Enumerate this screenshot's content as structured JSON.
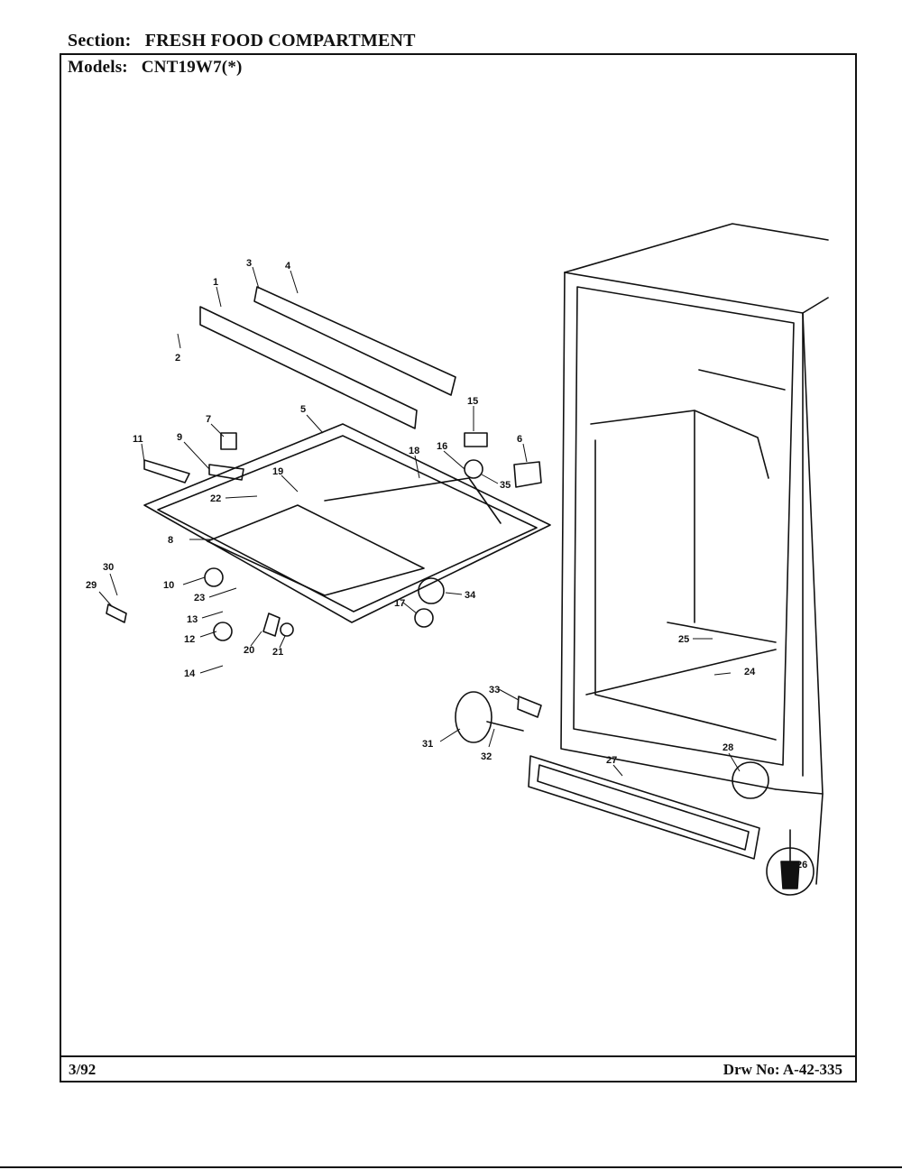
{
  "header": {
    "section_label": "Section:",
    "section_value": "FRESH FOOD COMPARTMENT",
    "models_label": "Models:",
    "models_value": "CNT19W7(*)"
  },
  "footer": {
    "date": "3/92",
    "drawing_number": "Drw No: A-42-335"
  },
  "callouts": {
    "c1": "1",
    "c2": "2",
    "c3": "3",
    "c4": "4",
    "c5": "5",
    "c6": "6",
    "c7": "7",
    "c8": "8",
    "c9": "9",
    "c10": "10",
    "c11": "11",
    "c12": "12",
    "c13": "13",
    "c14": "14",
    "c15": "15",
    "c16": "16",
    "c17": "17",
    "c18": "18",
    "c19": "19",
    "c20": "20",
    "c21": "21",
    "c22": "22",
    "c23": "23",
    "c24": "24",
    "c25": "25",
    "c26": "26",
    "c27": "27",
    "c28": "28",
    "c29": "29",
    "c30": "30",
    "c31": "31",
    "c32": "32",
    "c33": "33",
    "c34": "34",
    "c35": "35"
  }
}
